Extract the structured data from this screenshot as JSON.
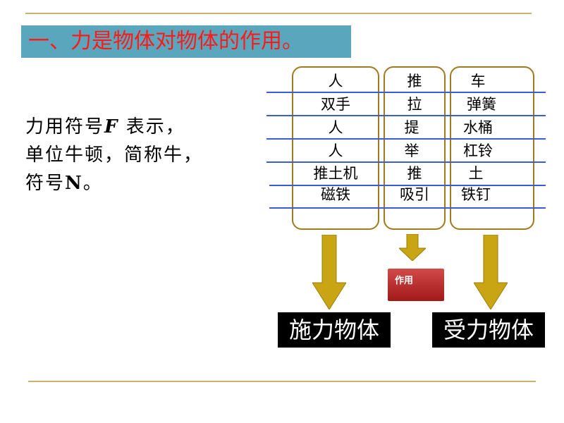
{
  "title": "一、力是物体对物体的作用。",
  "description": {
    "line1_pre": "力用符号",
    "line1_symbol": "F",
    "line1_post": " 表示，",
    "line2": "单位牛顿，简称牛，",
    "line3_pre": "符号",
    "line3_symbol": "N",
    "line3_post": "。"
  },
  "table": {
    "rows": [
      [
        "人",
        "推",
        "车"
      ],
      [
        "双手",
        "拉",
        "弹簧"
      ],
      [
        "人",
        "提",
        "水桶"
      ],
      [
        "人",
        "举",
        "杠铃"
      ],
      [
        "推土机",
        "推",
        "土"
      ],
      [
        "磁铁",
        "吸引",
        "铁钉"
      ]
    ]
  },
  "action_label": "作用",
  "box_left": "施力物体",
  "box_right": "受力物体",
  "colors": {
    "title_bg": "#5aa6bd",
    "title_text": "#ff1a1a",
    "rule": "#c8b46a",
    "column_border": "#a07a1e",
    "blue_line": "#3a5cd6",
    "arrow": "#c9a514",
    "action_bg": "#b32a2a"
  }
}
